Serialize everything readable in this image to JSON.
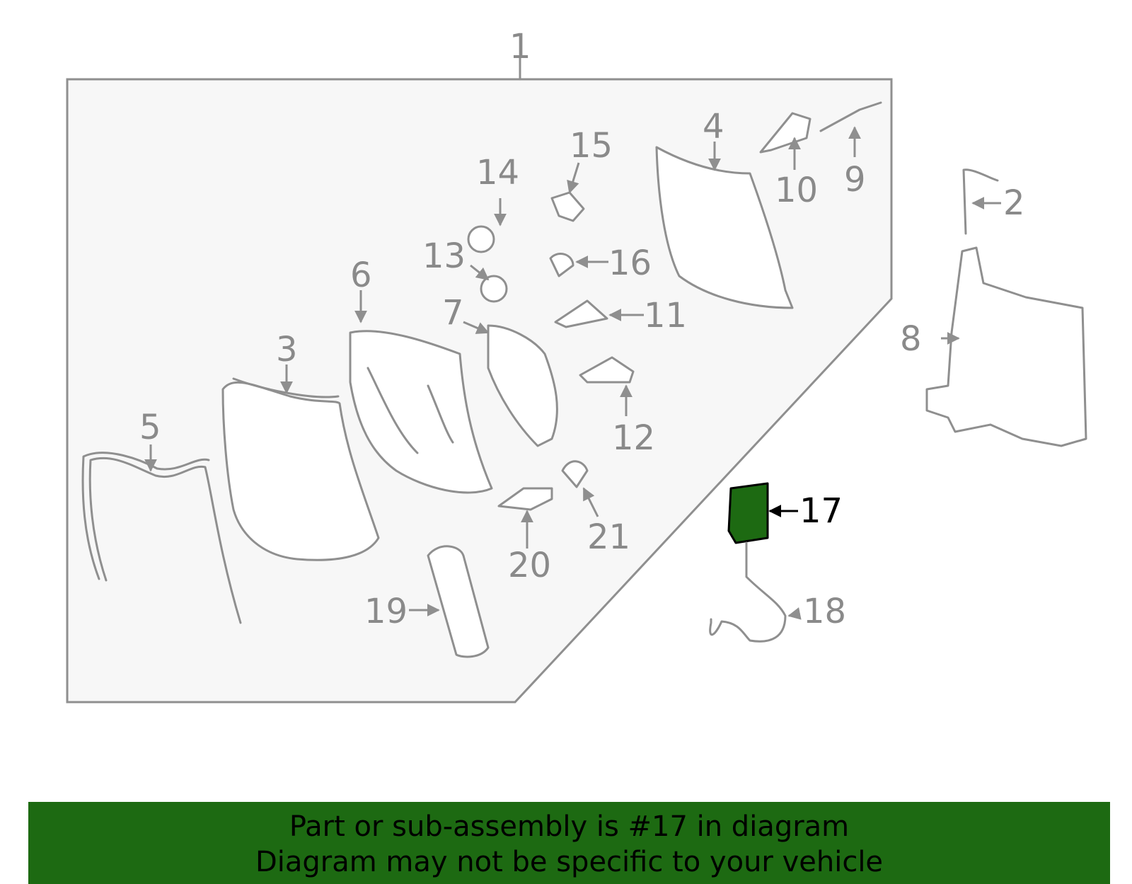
{
  "diagram": {
    "callouts": [
      "1",
      "2",
      "3",
      "4",
      "5",
      "6",
      "7",
      "8",
      "9",
      "10",
      "11",
      "12",
      "13",
      "14",
      "15",
      "16",
      "17",
      "18",
      "19",
      "20",
      "21"
    ],
    "highlighted_callout": "17",
    "colors": {
      "highlight_fill": "#1d6a12",
      "line": "#8f8f8f",
      "panel": "#f7f7f7"
    }
  },
  "banner": {
    "line1": "Part or sub-assembly is #17 in diagram",
    "line2": "Diagram may not be specific to your vehicle"
  }
}
